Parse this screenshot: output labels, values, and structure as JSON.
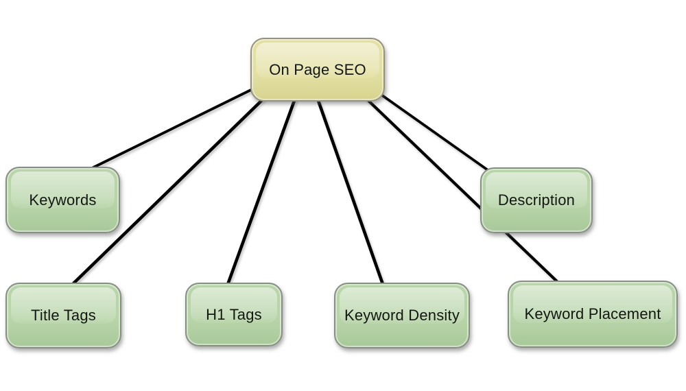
{
  "diagram": {
    "nodes": {
      "root": {
        "label": "On Page SEO"
      },
      "keywords": {
        "label": "Keywords"
      },
      "description": {
        "label": "Description"
      },
      "title_tags": {
        "label": "Title Tags"
      },
      "h1_tags": {
        "label": "H1 Tags"
      },
      "keyword_density": {
        "label": "Keyword Density"
      },
      "keyword_placement": {
        "label": "Keyword Placement"
      }
    },
    "edges": [
      {
        "from": "On Page SEO",
        "to": "Keywords"
      },
      {
        "from": "On Page SEO",
        "to": "Title Tags"
      },
      {
        "from": "On Page SEO",
        "to": "H1 Tags"
      },
      {
        "from": "On Page SEO",
        "to": "Keyword Density"
      },
      {
        "from": "On Page SEO",
        "to": "Description"
      },
      {
        "from": "On Page SEO",
        "to": "Keyword Placement"
      }
    ],
    "colors": {
      "background": "#ffffff",
      "root_fill": "#e4e0a4",
      "root_fill_dark": "#d7d38e",
      "root_border": "#95927e",
      "child_fill": "#b8d5a9",
      "child_fill_dark": "#a9c99a",
      "child_border": "#878f85",
      "line": "#000000",
      "text": "#121712"
    }
  }
}
